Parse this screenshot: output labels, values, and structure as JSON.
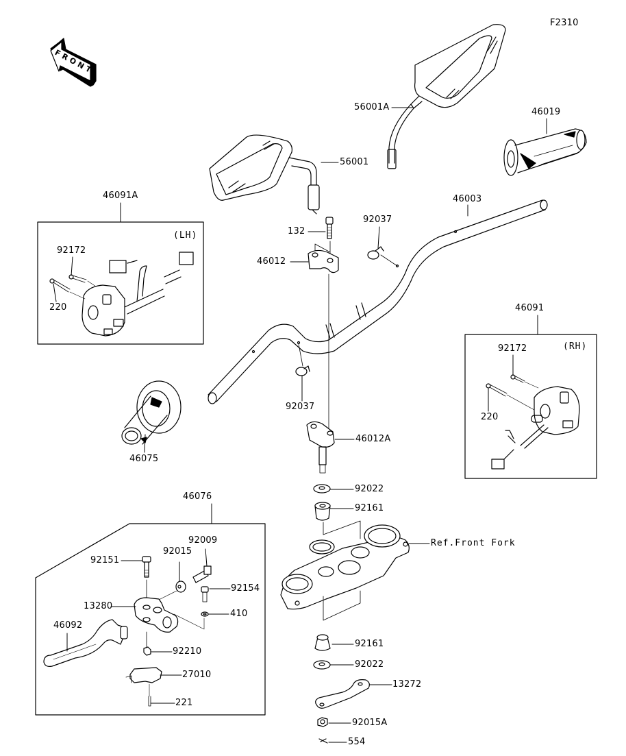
{
  "figure_code": "F2310",
  "front_indicator": "FRONT",
  "groups": {
    "lh_switch": {
      "part_no": "46091A",
      "side": "(LH)"
    },
    "rh_switch": {
      "part_no": "46091",
      "side": "(RH)"
    },
    "clutch_lever": {
      "part_no": "46076"
    }
  },
  "labels": {
    "mirror_right": "56001A",
    "mirror_left": "56001",
    "throttle_grip": "46019",
    "handlebar": "46003",
    "bolt_132": "132",
    "clamp_upper": "46012",
    "clamp_cable_upper": "92037",
    "clamp_cable_lower": "92037",
    "lh_screw_short": "92172",
    "lh_screw_long": "220",
    "rh_screw_short": "92172",
    "rh_screw_long": "220",
    "left_grip": "46075",
    "holder_lower": "46012A",
    "washer_upper": "92022",
    "damper_upper": "92161",
    "ref_front_fork": "Ref.Front Fork",
    "damper_lower": "92161",
    "washer_lower": "92022",
    "plate": "13272",
    "nut": "92015A",
    "cotter_pin": "554",
    "bolt_92151": "92151",
    "nut_92015": "92015",
    "adjuster_92009": "92009",
    "bolt_92154": "92154",
    "lever_holder": "13280",
    "washer_410": "410",
    "clutch_lever": "46092",
    "nut_92210": "92210",
    "switch_27010": "27010",
    "screw_221": "221"
  }
}
